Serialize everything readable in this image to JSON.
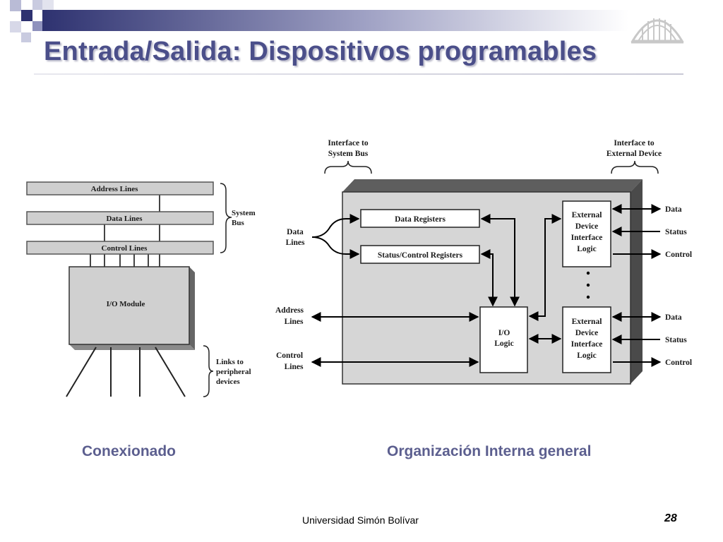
{
  "slide": {
    "title": "Entrada/Salida: Dispositivos programables",
    "footer": "Universidad Simón Bolívar",
    "page_number": "28",
    "accent_color": "#4b4f8a"
  },
  "left_diagram": {
    "caption": "Conexionado",
    "bus_lines": [
      "Address Lines",
      "Data Lines",
      "Control Lines"
    ],
    "system_bus_label": [
      "System",
      "Bus"
    ],
    "module_label": "I/O Module",
    "links_label": [
      "Links to",
      "peripheral",
      "devices"
    ]
  },
  "right_diagram": {
    "caption": "Organización Interna general",
    "interface_system_bus": [
      "Interface to",
      "System Bus"
    ],
    "interface_external_device": [
      "Interface to",
      "External Device"
    ],
    "data_lines": [
      "Data",
      "Lines"
    ],
    "address_lines": [
      "Address",
      "Lines"
    ],
    "control_lines": [
      "Control",
      "Lines"
    ],
    "data_registers": "Data Registers",
    "status_control_registers": "Status/Control Registers",
    "io_logic": [
      "I/O",
      "Logic"
    ],
    "ext_logic": [
      "External",
      "Device",
      "Interface",
      "Logic"
    ],
    "signals": [
      "Data",
      "Status",
      "Control"
    ]
  }
}
